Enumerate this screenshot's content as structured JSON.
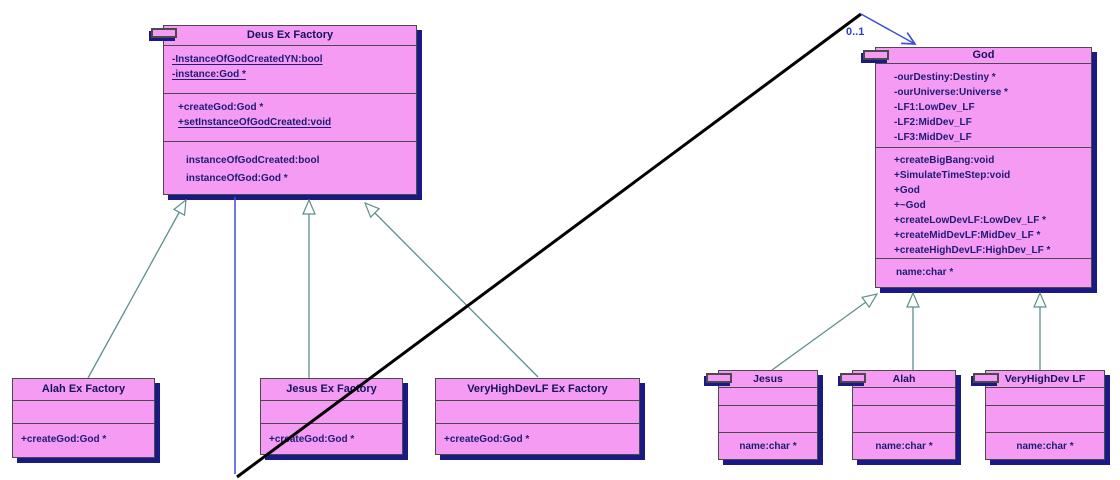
{
  "diagram": {
    "colors": {
      "class_fill": "#f59bf3",
      "class_border": "#4a4a4a",
      "shadow": "#1a1a85",
      "text": "#1c1c74",
      "generalization_line": "#5e8f8f",
      "association_line": "#3b4fd8",
      "selected_segment": "#000000"
    },
    "classes": {
      "deus_ex_factory": {
        "title": "Deus Ex Factory",
        "attributes": [
          "-InstanceOfGodCreatedYN:bool",
          "-instance:God *"
        ],
        "methods": [
          "+createGod:God *",
          "+setInstanceOfGodCreated:void"
        ],
        "extras": [
          "instanceOfGodCreated:bool",
          "instanceOfGod:God *"
        ]
      },
      "god": {
        "title": "God",
        "attributes": [
          "-ourDestiny:Destiny *",
          "-ourUniverse:Universe *",
          "-LF1:LowDev_LF",
          "-LF2:MidDev_LF",
          "-LF3:MidDev_LF"
        ],
        "methods": [
          "+createBigBang:void",
          "+SimulateTimeStep:void",
          "+God",
          "+~God",
          "+createLowDevLF:LowDev_LF *",
          "+createMidDevLF:MidDev_LF *",
          "+createHighDevLF:HighDev_LF *"
        ],
        "extras": [
          "name:char *"
        ]
      },
      "alah_ex_factory": {
        "title": "Alah Ex Factory",
        "methods": [
          "+createGod:God *"
        ]
      },
      "jesus_ex_factory": {
        "title": "Jesus Ex Factory",
        "methods": [
          "+createGod:God *"
        ]
      },
      "veryhighdevlf_ex_factory": {
        "title": "VeryHighDevLF Ex Factory",
        "methods": [
          "+createGod:God *"
        ]
      },
      "jesus": {
        "title": "Jesus",
        "extras": [
          "name:char *"
        ]
      },
      "alah": {
        "title": "Alah",
        "extras": [
          "name:char *"
        ]
      },
      "veryhighdev_lf": {
        "title": "VeryHighDev LF",
        "extras": [
          "name:char *"
        ]
      }
    },
    "association": {
      "multiplicity": "0..1"
    }
  }
}
